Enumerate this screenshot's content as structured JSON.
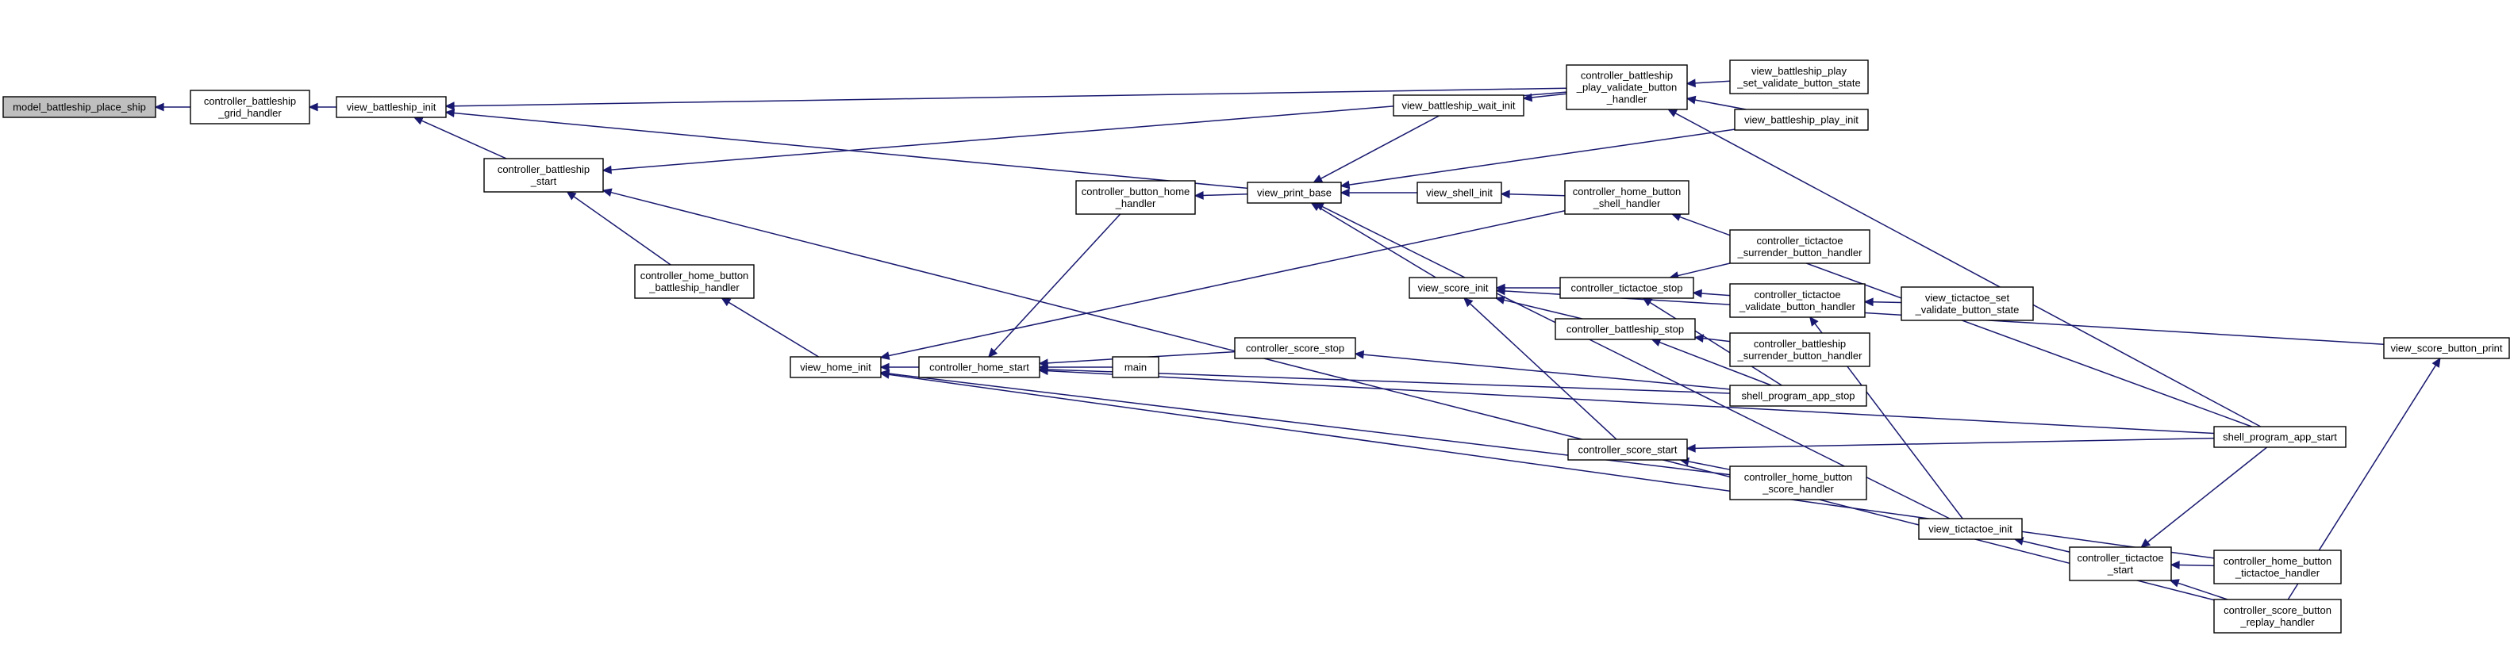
{
  "diagram": {
    "edge_color": "#191970",
    "root_fill": "#bfbfbf",
    "nodes": [
      {
        "id": "model_battleship_place_ship",
        "lines": [
          "model_battleship_place_ship"
        ],
        "root": true
      },
      {
        "id": "controller_battleship_grid_handler",
        "lines": [
          "controller_battleship",
          "_grid_handler"
        ]
      },
      {
        "id": "view_battleship_init",
        "lines": [
          "view_battleship_init"
        ]
      },
      {
        "id": "controller_battleship_start",
        "lines": [
          "controller_battleship",
          "_start"
        ]
      },
      {
        "id": "controller_home_button_battleship_handler",
        "lines": [
          "controller_home_button",
          "_battleship_handler"
        ]
      },
      {
        "id": "view_home_init",
        "lines": [
          "view_home_init"
        ]
      },
      {
        "id": "controller_home_start",
        "lines": [
          "controller_home_start"
        ]
      },
      {
        "id": "controller_button_home_handler",
        "lines": [
          "controller_button_home",
          "_handler"
        ]
      },
      {
        "id": "view_print_base",
        "lines": [
          "view_print_base"
        ]
      },
      {
        "id": "view_battleship_wait_init",
        "lines": [
          "view_battleship_wait_init"
        ]
      },
      {
        "id": "view_shell_init",
        "lines": [
          "view_shell_init"
        ]
      },
      {
        "id": "view_score_init",
        "lines": [
          "view_score_init"
        ]
      },
      {
        "id": "controller_score_stop",
        "lines": [
          "controller_score_stop"
        ]
      },
      {
        "id": "main",
        "lines": [
          "main"
        ]
      },
      {
        "id": "controller_battleship_play_validate_button_handler",
        "lines": [
          "controller_battleship",
          "_play_validate_button",
          "_handler"
        ]
      },
      {
        "id": "view_battleship_play_set_validate_button_state",
        "lines": [
          "view_battleship_play",
          "_set_validate_button_state"
        ]
      },
      {
        "id": "view_battleship_play_init",
        "lines": [
          "view_battleship_play_init"
        ]
      },
      {
        "id": "controller_home_button_shell_handler",
        "lines": [
          "controller_home_button",
          "_shell_handler"
        ]
      },
      {
        "id": "controller_tictactoe_stop",
        "lines": [
          "controller_tictactoe_stop"
        ]
      },
      {
        "id": "controller_tictactoe_surrender_button_handler",
        "lines": [
          "controller_tictactoe",
          "_surrender_button_handler"
        ]
      },
      {
        "id": "controller_tictactoe_validate_button_handler",
        "lines": [
          "controller_tictactoe",
          "_validate_button_handler"
        ]
      },
      {
        "id": "view_tictactoe_set_validate_button_state",
        "lines": [
          "view_tictactoe_set",
          "_validate_button_state"
        ]
      },
      {
        "id": "controller_battleship_stop",
        "lines": [
          "controller_battleship_stop"
        ]
      },
      {
        "id": "controller_battleship_surrender_button_handler",
        "lines": [
          "controller_battleship",
          "_surrender_button_handler"
        ]
      },
      {
        "id": "shell_program_app_stop",
        "lines": [
          "shell_program_app_stop"
        ]
      },
      {
        "id": "controller_score_start",
        "lines": [
          "controller_score_start"
        ]
      },
      {
        "id": "controller_home_button_score_handler",
        "lines": [
          "controller_home_button",
          "_score_handler"
        ]
      },
      {
        "id": "view_tictactoe_init",
        "lines": [
          "view_tictactoe_init"
        ]
      },
      {
        "id": "controller_tictactoe_start",
        "lines": [
          "controller_tictactoe",
          "_start"
        ]
      },
      {
        "id": "controller_home_button_tictactoe_handler",
        "lines": [
          "controller_home_button",
          "_tictactoe_handler"
        ]
      },
      {
        "id": "controller_score_button_replay_handler",
        "lines": [
          "controller_score_button",
          "_replay_handler"
        ]
      },
      {
        "id": "shell_program_app_start",
        "lines": [
          "shell_program_app_start"
        ]
      },
      {
        "id": "view_score_button_print",
        "lines": [
          "view_score_button_print"
        ]
      }
    ],
    "edges": [
      {
        "from": "model_battleship_place_ship",
        "to": "controller_battleship_grid_handler"
      },
      {
        "from": "controller_battleship_grid_handler",
        "to": "view_battleship_init"
      },
      {
        "from": "view_battleship_init",
        "to": "controller_battleship_start"
      },
      {
        "from": "view_battleship_init",
        "to": "controller_battleship_play_validate_button_handler"
      },
      {
        "from": "view_battleship_init",
        "to": "view_print_base"
      },
      {
        "from": "controller_battleship_start",
        "to": "controller_home_button_battleship_handler"
      },
      {
        "from": "controller_battleship_start",
        "to": "controller_battleship_play_validate_button_handler"
      },
      {
        "from": "controller_battleship_start",
        "to": "controller_score_button_replay_handler"
      },
      {
        "from": "controller_home_button_battleship_handler",
        "to": "view_home_init"
      },
      {
        "from": "view_home_init",
        "to": "controller_home_start"
      },
      {
        "from": "view_home_init",
        "to": "controller_home_button_shell_handler"
      },
      {
        "from": "view_home_init",
        "to": "controller_home_button_score_handler"
      },
      {
        "from": "view_home_init",
        "to": "controller_home_button_tictactoe_handler"
      },
      {
        "from": "controller_home_start",
        "to": "main"
      },
      {
        "from": "controller_home_start",
        "to": "controller_button_home_handler"
      },
      {
        "from": "controller_home_start",
        "to": "controller_score_stop"
      },
      {
        "from": "controller_home_start",
        "to": "shell_program_app_stop"
      },
      {
        "from": "controller_home_start",
        "to": "shell_program_app_start"
      },
      {
        "from": "controller_button_home_handler",
        "to": "view_print_base"
      },
      {
        "from": "view_print_base",
        "to": "view_battleship_wait_init"
      },
      {
        "from": "view_print_base",
        "to": "view_shell_init"
      },
      {
        "from": "view_print_base",
        "to": "view_score_init"
      },
      {
        "from": "view_print_base",
        "to": "view_battleship_play_init"
      },
      {
        "from": "view_print_base",
        "to": "view_tictactoe_init"
      },
      {
        "from": "view_battleship_wait_init",
        "to": "controller_battleship_play_validate_button_handler"
      },
      {
        "from": "controller_battleship_play_validate_button_handler",
        "to": "view_battleship_play_set_validate_button_state"
      },
      {
        "from": "controller_battleship_play_validate_button_handler",
        "to": "view_battleship_play_init"
      },
      {
        "from": "controller_battleship_play_validate_button_handler",
        "to": "shell_program_app_start"
      },
      {
        "from": "view_shell_init",
        "to": "controller_home_button_shell_handler"
      },
      {
        "from": "controller_home_button_shell_handler",
        "to": "shell_program_app_start"
      },
      {
        "from": "view_score_init",
        "to": "controller_tictactoe_stop"
      },
      {
        "from": "view_score_init",
        "to": "controller_battleship_stop"
      },
      {
        "from": "view_score_init",
        "to": "controller_score_start"
      },
      {
        "from": "view_score_init",
        "to": "view_score_button_print"
      },
      {
        "from": "controller_tictactoe_stop",
        "to": "controller_tictactoe_surrender_button_handler"
      },
      {
        "from": "controller_tictactoe_stop",
        "to": "controller_tictactoe_validate_button_handler"
      },
      {
        "from": "controller_tictactoe_stop",
        "to": "shell_program_app_stop"
      },
      {
        "from": "controller_tictactoe_validate_button_handler",
        "to": "view_tictactoe_set_validate_button_state"
      },
      {
        "from": "controller_tictactoe_validate_button_handler",
        "to": "view_tictactoe_init"
      },
      {
        "from": "controller_battleship_stop",
        "to": "controller_battleship_surrender_button_handler"
      },
      {
        "from": "controller_battleship_stop",
        "to": "shell_program_app_stop"
      },
      {
        "from": "controller_score_stop",
        "to": "shell_program_app_stop"
      },
      {
        "from": "controller_score_start",
        "to": "controller_home_button_score_handler"
      },
      {
        "from": "controller_score_start",
        "to": "shell_program_app_start"
      },
      {
        "from": "view_tictactoe_init",
        "to": "controller_tictactoe_start"
      },
      {
        "from": "controller_tictactoe_start",
        "to": "controller_home_button_tictactoe_handler"
      },
      {
        "from": "controller_tictactoe_start",
        "to": "controller_score_button_replay_handler"
      },
      {
        "from": "controller_tictactoe_start",
        "to": "shell_program_app_start"
      },
      {
        "from": "view_score_button_print",
        "to": "controller_score_button_replay_handler"
      }
    ]
  }
}
